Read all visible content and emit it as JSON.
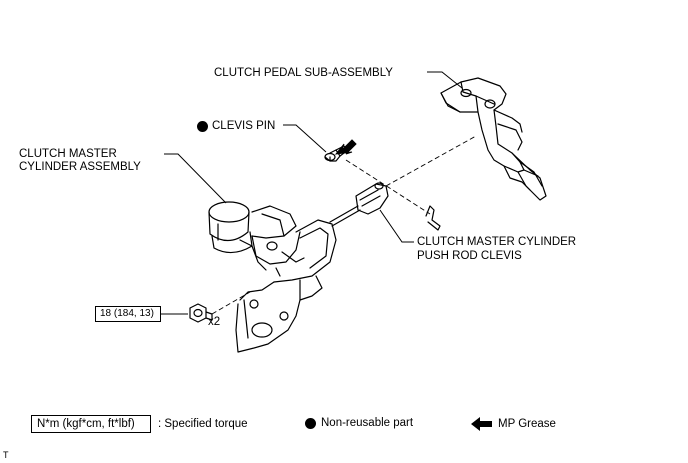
{
  "labels": {
    "clutch_pedal": "CLUTCH PEDAL SUB-ASSEMBLY",
    "clevis_pin": "CLEVIS PIN",
    "master_cyl_line1": "CLUTCH MASTER",
    "master_cyl_line2": "CYLINDER ASSEMBLY",
    "push_rod_line1": "CLUTCH MASTER CYLINDER",
    "push_rod_line2": "PUSH ROD CLEVIS",
    "torque_value": "18 (184, 13)",
    "quantity": "x2"
  },
  "legend": {
    "torque_box": "N*m (kgf*cm, ft*lbf)",
    "torque_text": ": Specified torque",
    "nonreusable_text": "Non-reusable part",
    "grease_text": "MP Grease"
  },
  "footer": {
    "mark": "T"
  },
  "icons": {
    "nonreusable": "filled-circle-icon",
    "grease": "left-arrow-icon"
  }
}
